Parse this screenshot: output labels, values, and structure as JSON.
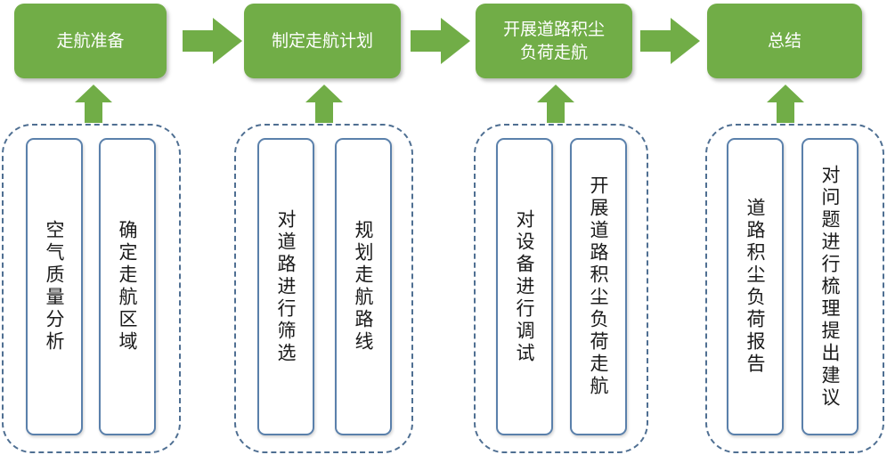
{
  "colors": {
    "step_fill": "#71ad47",
    "arrow_fill": "#71ad47",
    "group_border": "#4f6f92",
    "card_border": "#5a80ab"
  },
  "steps": [
    {
      "title": "走航准备",
      "cards": [
        "空气质量分析",
        "确定走航区域"
      ]
    },
    {
      "title": "制定走航计划",
      "cards": [
        "对道路进行筛选",
        "规划走航路线"
      ]
    },
    {
      "title_lines": [
        "开展道路积尘",
        "负荷走航"
      ],
      "cards": [
        "对设备进行调试",
        "开展道路积尘负荷走航"
      ]
    },
    {
      "title": "总结",
      "cards": [
        "道路积尘负荷报告",
        "对问题进行梳理提出建议"
      ]
    }
  ]
}
